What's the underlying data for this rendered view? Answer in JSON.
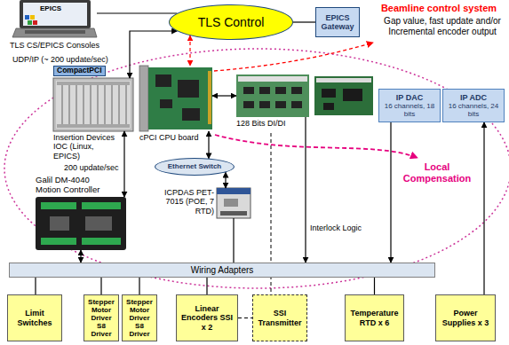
{
  "diagram": {
    "nodes": [
      {
        "text": [
          "TLS CS/EPICS Consoles"
        ]
      },
      {
        "text": [
          "TLS Control"
        ]
      },
      {
        "text": [
          "EPICS Gateway"
        ]
      },
      {
        "text": [
          "Insertion Devices IOC (Linux, EPICS)"
        ]
      },
      {
        "text": [
          "cPCI CPU board"
        ]
      },
      {
        "text": [
          "128 Bits DI/DI"
        ]
      },
      {
        "text": [
          "IP DAC",
          "16 channels, 18 bits"
        ]
      },
      {
        "text": [
          "IP ADC",
          "16 channels, 24 bits"
        ]
      },
      {
        "text": [
          "Ethernet Switch"
        ]
      },
      {
        "text": [
          "Galil DM-4040 Motion Controller"
        ]
      },
      {
        "text": [
          "ICPDAS PET-7015 (POE, 7 RTD)"
        ]
      },
      {
        "text": [
          "Wiring Adapters"
        ]
      },
      {
        "text": [
          "Limit Switches"
        ]
      },
      {
        "text": [
          "Stepper Motor Driver S8 Driver"
        ]
      },
      {
        "text": [
          "Stepper Motor Driver S8 Driver"
        ]
      },
      {
        "text": [
          "Linear Encoders SSI x 2"
        ]
      },
      {
        "text": [
          "SSI Transmitter"
        ]
      },
      {
        "text": [
          "Temperature RTD x 6"
        ]
      },
      {
        "text": [
          "Power Supplies x 3"
        ]
      }
    ],
    "edges": [
      {
        "from": 1,
        "to": 0,
        "arrow": "none"
      },
      {
        "from": 1,
        "to": 2,
        "arrow": "none"
      },
      {
        "from": 1,
        "to": 3,
        "arrow": "both"
      },
      {
        "from": 1,
        "to": 4,
        "arrow": "both"
      },
      {
        "from": 4,
        "to": 5,
        "arrow": "both"
      },
      {
        "from": 3,
        "to": 9,
        "arrow": "both"
      },
      {
        "from": 4,
        "to": 8,
        "arrow": "both"
      },
      {
        "from": 8,
        "to": 10,
        "arrow": "both"
      },
      {
        "from": 9,
        "to": 11,
        "arrow": "both"
      },
      {
        "from": 10,
        "to": 11,
        "arrow": "none"
      },
      {
        "from": 5,
        "to": 11,
        "arrow": "to"
      },
      {
        "from": 6,
        "to": 11,
        "arrow": "to"
      },
      {
        "from": 18,
        "to": 7,
        "arrow": "to"
      },
      {
        "from": 12,
        "to": 11,
        "arrow": "none"
      },
      {
        "from": 13,
        "to": 11,
        "arrow": "none"
      },
      {
        "from": 14,
        "to": 11,
        "arrow": "none"
      },
      {
        "from": 15,
        "to": 11,
        "arrow": "none"
      },
      {
        "from": 17,
        "to": 11,
        "arrow": "none"
      },
      {
        "from": 15,
        "to": 16,
        "arrow": "none"
      }
    ],
    "labels": [
      "EPICS",
      "UDP/IP (~ 200 update/sec)",
      "Beamline control system",
      "Gap value, fast update and/or Incremental encoder output",
      "CompactPCI",
      "200 update/sec",
      "Local Compensation",
      "Interlock Logic"
    ]
  }
}
